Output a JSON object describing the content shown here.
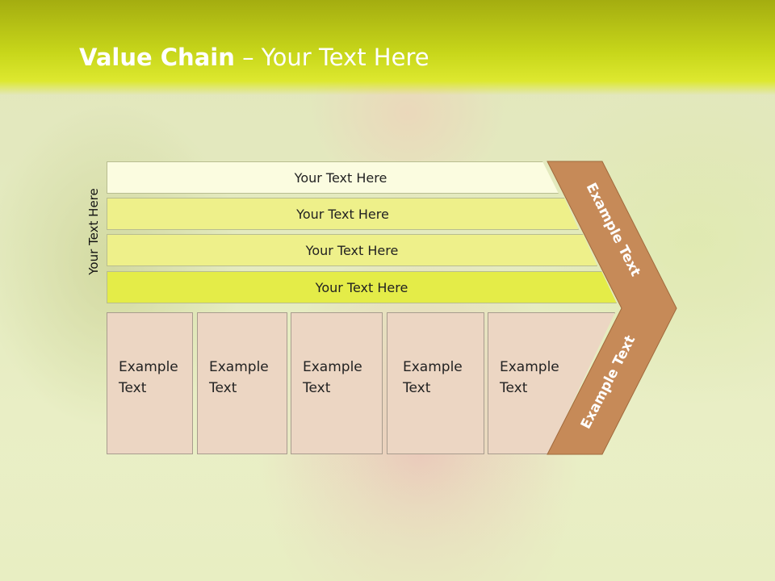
{
  "header": {
    "title_bold": "Value Chain",
    "title_rest": " – Your Text Here"
  },
  "side_label": "Your Text Here",
  "bars": [
    {
      "label": "Your Text Here",
      "color": "#fbfce0"
    },
    {
      "label": "Your Text Here",
      "color": "#f4f5b4"
    },
    {
      "label": "Your Text Here",
      "color": "#eef08a"
    },
    {
      "label": "Your Text Here",
      "color": "#e4ec48"
    }
  ],
  "boxes": [
    {
      "line1": "Example",
      "line2": "Text"
    },
    {
      "line1": "Example",
      "line2": "Text"
    },
    {
      "line1": "Example",
      "line2": "Text"
    },
    {
      "line1": "Example",
      "line2": "Text"
    },
    {
      "line1": "Example",
      "line2": "Text"
    }
  ],
  "chevron": {
    "upper_label": "Example Text",
    "lower_label": "Example Text",
    "fill": "#c68a58"
  }
}
